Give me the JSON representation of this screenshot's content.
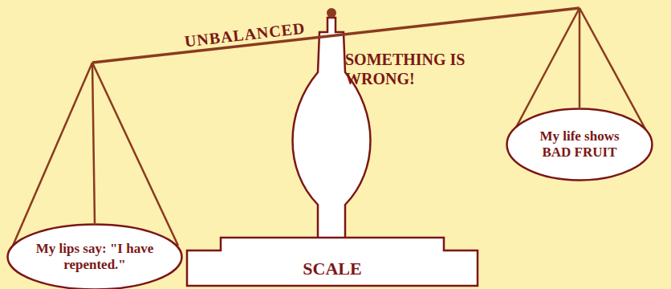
{
  "diagram": {
    "nodes": [
      {
        "text": [
          "My lips say: \"I have repented.\""
        ]
      },
      {
        "text": [
          "My life shows BAD FRUIT"
        ]
      },
      {
        "text": [
          "SCALE"
        ]
      }
    ],
    "labels": [
      "UNBALANCED",
      "SOMETHING IS WRONG!"
    ]
  }
}
